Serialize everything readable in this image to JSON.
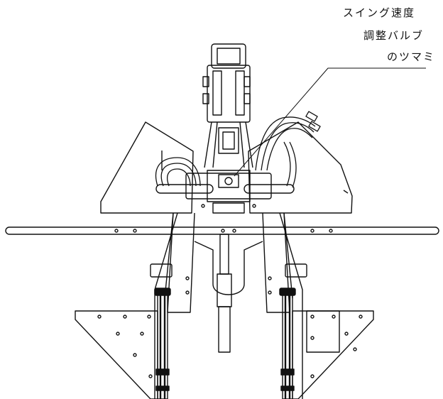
{
  "callout": {
    "lines": [
      "スイング速度",
      "調整バルブ",
      "のツマミ"
    ]
  },
  "colors": {
    "ink": "#111111",
    "background": "#ffffff"
  }
}
